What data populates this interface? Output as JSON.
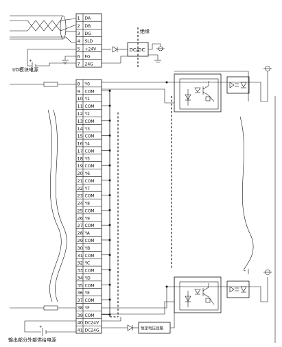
{
  "labels": {
    "io_power": "I/O模块电源",
    "output_supply": "输出部分外部供给电源",
    "isolation": "绝缘",
    "dcdc": "DC/DC",
    "constant_voltage": "恒定电压回路"
  },
  "top_pins": [
    {
      "num": "1",
      "sig": "DA"
    },
    {
      "num": "2",
      "sig": "DB"
    },
    {
      "num": "3",
      "sig": "DG"
    },
    {
      "num": "4",
      "sig": "SLD"
    },
    {
      "num": "5",
      "sig": "+24V"
    },
    {
      "num": "6",
      "sig": "FG"
    },
    {
      "num": "7",
      "sig": "24G"
    }
  ],
  "io_pins": [
    {
      "num": "8",
      "sig": "Y0"
    },
    {
      "num": "9",
      "sig": "COM"
    },
    {
      "num": "10",
      "sig": "Y1"
    },
    {
      "num": "11",
      "sig": "COM"
    },
    {
      "num": "12",
      "sig": "Y2"
    },
    {
      "num": "13",
      "sig": "COM"
    },
    {
      "num": "14",
      "sig": "Y3"
    },
    {
      "num": "15",
      "sig": "COM"
    },
    {
      "num": "16",
      "sig": "Y4"
    },
    {
      "num": "17",
      "sig": "COM"
    },
    {
      "num": "18",
      "sig": "Y5"
    },
    {
      "num": "19",
      "sig": "COM"
    },
    {
      "num": "20",
      "sig": "Y6"
    },
    {
      "num": "21",
      "sig": "COM"
    },
    {
      "num": "22",
      "sig": "Y7"
    },
    {
      "num": "23",
      "sig": "COM"
    },
    {
      "num": "24",
      "sig": "Y8"
    },
    {
      "num": "25",
      "sig": "COM"
    },
    {
      "num": "26",
      "sig": "Y9"
    },
    {
      "num": "27",
      "sig": "COM"
    },
    {
      "num": "28",
      "sig": "YA"
    },
    {
      "num": "29",
      "sig": "COM"
    },
    {
      "num": "30",
      "sig": "YB"
    },
    {
      "num": "31",
      "sig": "COM"
    },
    {
      "num": "32",
      "sig": "YC"
    },
    {
      "num": "33",
      "sig": "COM"
    },
    {
      "num": "34",
      "sig": "YD"
    },
    {
      "num": "35",
      "sig": "COM"
    },
    {
      "num": "36",
      "sig": "YE"
    },
    {
      "num": "37",
      "sig": "COM"
    },
    {
      "num": "38",
      "sig": "YF"
    },
    {
      "num": "39",
      "sig": "COM"
    },
    {
      "num": "40",
      "sig": "DC24V"
    },
    {
      "num": "41",
      "sig": "DC24G"
    }
  ]
}
